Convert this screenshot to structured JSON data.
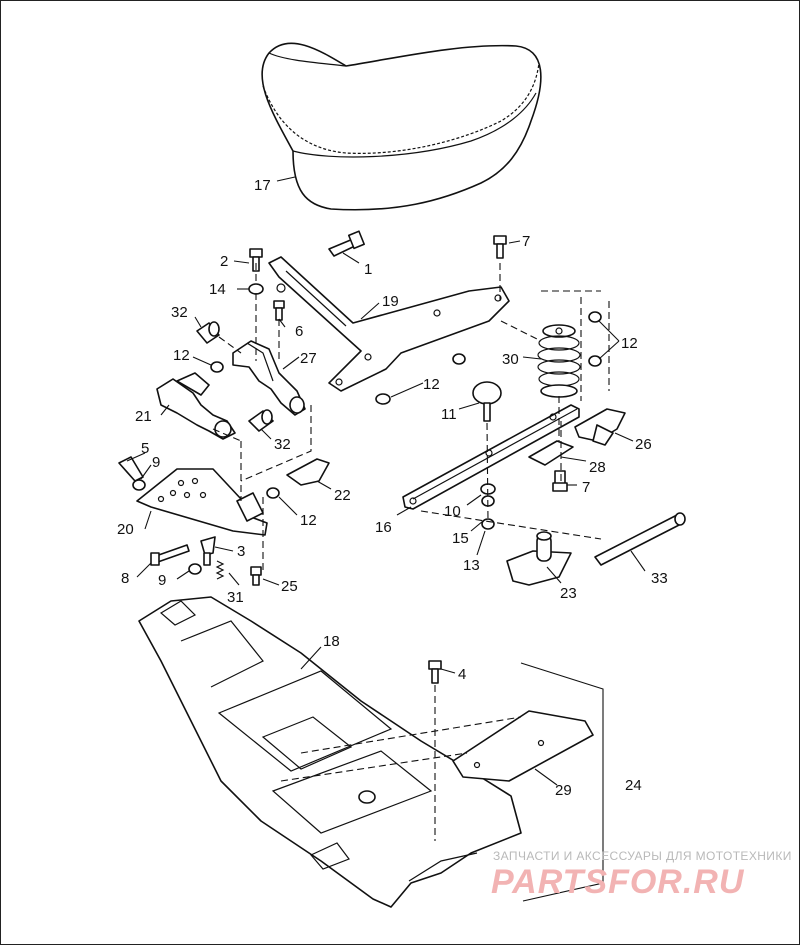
{
  "diagram": {
    "callouts": [
      {
        "id": "c1",
        "text": "1"
      },
      {
        "id": "c2",
        "text": "2"
      },
      {
        "id": "c3",
        "text": "3"
      },
      {
        "id": "c4",
        "text": "4"
      },
      {
        "id": "c5",
        "text": "5"
      },
      {
        "id": "c6",
        "text": "6"
      },
      {
        "id": "c7a",
        "text": "7"
      },
      {
        "id": "c7b",
        "text": "7"
      },
      {
        "id": "c8",
        "text": "8"
      },
      {
        "id": "c9a",
        "text": "9"
      },
      {
        "id": "c9b",
        "text": "9"
      },
      {
        "id": "c10",
        "text": "10"
      },
      {
        "id": "c11",
        "text": "11"
      },
      {
        "id": "c12a",
        "text": "12"
      },
      {
        "id": "c12b",
        "text": "12"
      },
      {
        "id": "c12c",
        "text": "12"
      },
      {
        "id": "c12d",
        "text": "12"
      },
      {
        "id": "c13",
        "text": "13"
      },
      {
        "id": "c14",
        "text": "14"
      },
      {
        "id": "c15",
        "text": "15"
      },
      {
        "id": "c16",
        "text": "16"
      },
      {
        "id": "c17",
        "text": "17"
      },
      {
        "id": "c18",
        "text": "18"
      },
      {
        "id": "c19",
        "text": "19"
      },
      {
        "id": "c20",
        "text": "20"
      },
      {
        "id": "c21",
        "text": "21"
      },
      {
        "id": "c22",
        "text": "22"
      },
      {
        "id": "c23",
        "text": "23"
      },
      {
        "id": "c24",
        "text": "24"
      },
      {
        "id": "c25",
        "text": "25"
      },
      {
        "id": "c26",
        "text": "26"
      },
      {
        "id": "c27",
        "text": "27"
      },
      {
        "id": "c28",
        "text": "28"
      },
      {
        "id": "c29",
        "text": "29"
      },
      {
        "id": "c30",
        "text": "30"
      },
      {
        "id": "c31",
        "text": "31"
      },
      {
        "id": "c32a",
        "text": "32"
      },
      {
        "id": "c32b",
        "text": "32"
      },
      {
        "id": "c33",
        "text": "33"
      }
    ]
  },
  "watermark": {
    "line1": "ЗАПЧАСТИ И АКСЕССУАРЫ ДЛЯ МОТОТЕХНИКИ",
    "logo": "PARTSFOR.RU"
  }
}
